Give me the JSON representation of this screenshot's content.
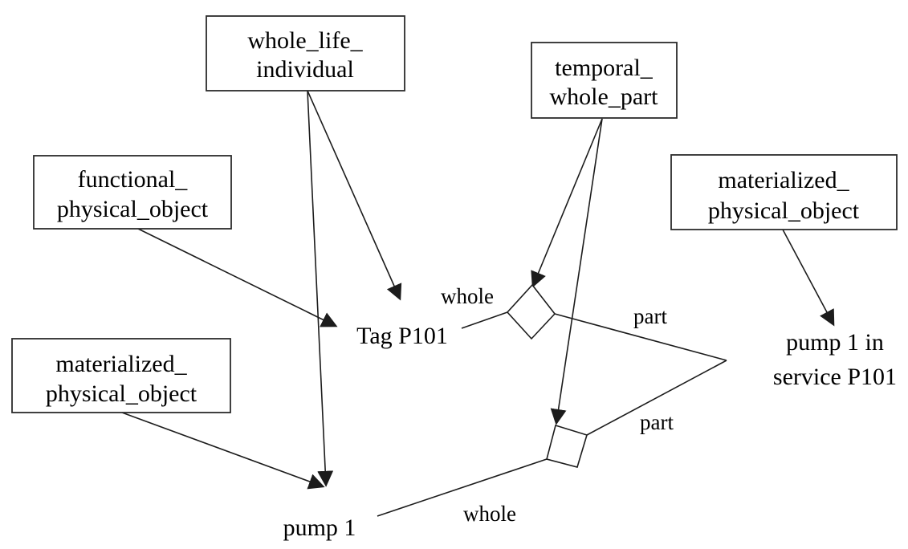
{
  "diagram": {
    "background_color": "#ffffff",
    "line_color": "#1c1c1c",
    "text_color": "#000000",
    "boxes": [
      {
        "name": "whole_life_individual",
        "line1": "whole_life_",
        "line2": "individual"
      },
      {
        "name": "temporal_whole_part",
        "line1": "temporal_",
        "line2": "whole_part"
      },
      {
        "name": "functional_physical_object",
        "line1": "functional_",
        "line2": "physical_object"
      },
      {
        "name": "materialized_physical_object_right",
        "line1": "materialized_",
        "line2": "physical_object"
      },
      {
        "name": "materialized_physical_object_left",
        "line1": "materialized_",
        "line2": "physical_object"
      }
    ],
    "nodes": {
      "tag_p101": "Tag P101",
      "pump_1": "pump 1",
      "pump_in_service_line1": "pump 1 in",
      "pump_in_service_line2": "service P101"
    },
    "edge_labels": {
      "whole_top": "whole",
      "part_top": "part",
      "part_bottom": "part",
      "whole_bottom": "whole"
    }
  }
}
